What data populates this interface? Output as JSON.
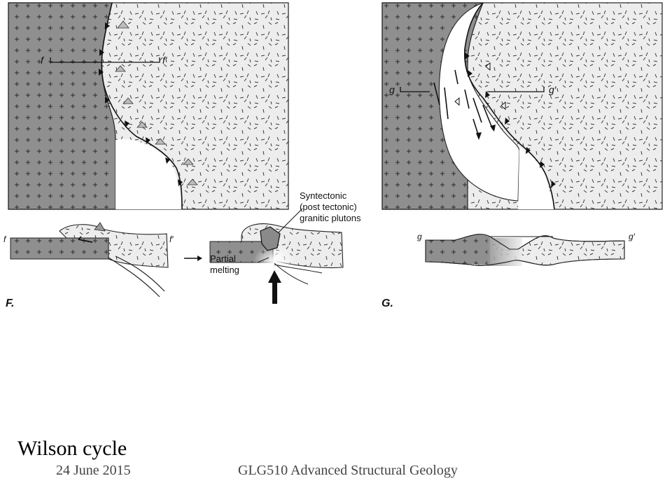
{
  "slide": {
    "title": "Wilson cycle",
    "footer_date": "24 June 2015",
    "footer_course": "GLG510 Advanced Structural Geology"
  },
  "panel_f": {
    "panel_label": "F.",
    "section_start": "f",
    "section_end": "f′",
    "section_start_small": "f",
    "section_end_small": "f′",
    "annotation_plutons": [
      "Syntectonic",
      "(post tectonic)",
      "granitic plutons"
    ],
    "annotation_melting": [
      "Partial",
      "melting"
    ]
  },
  "panel_g": {
    "panel_label": "G.",
    "section_start": "g",
    "section_end": "g′",
    "section_start_small": "g",
    "section_end_small": "g′"
  },
  "colors": {
    "continent_dark": "#8f8f8f",
    "continent_light": "#ededed",
    "ink": "#111111"
  }
}
